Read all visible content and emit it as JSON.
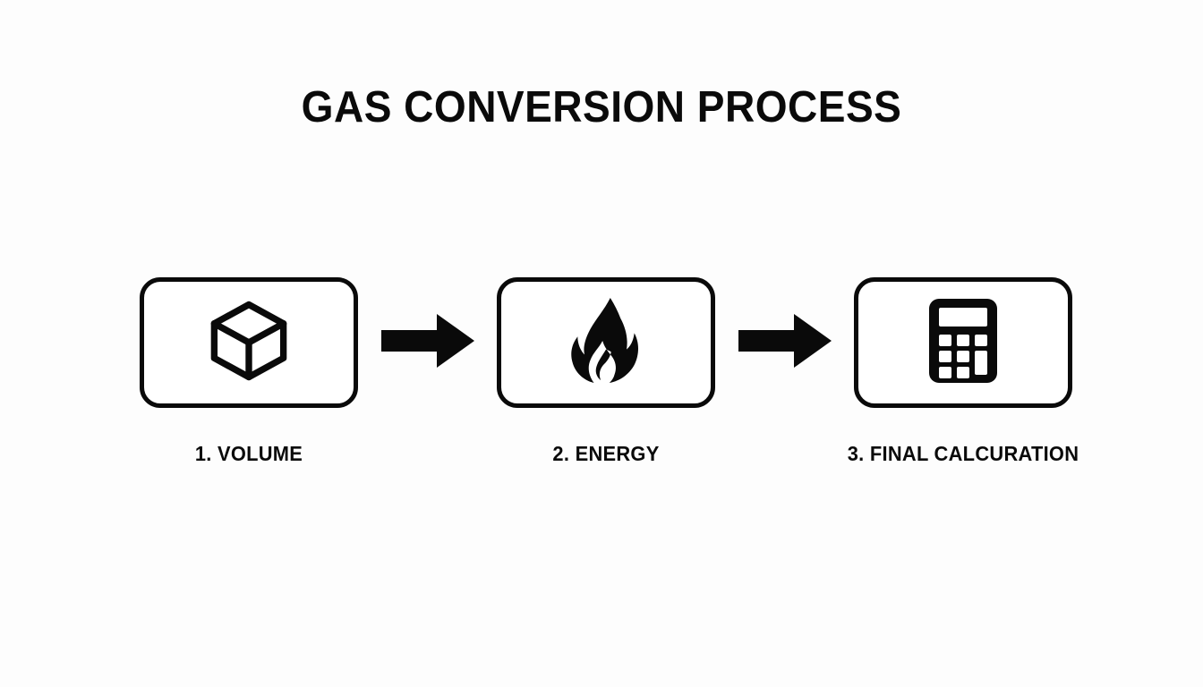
{
  "slide": {
    "title": "GAS CONVERSION PROCESS",
    "background_color": "#fdfdfd",
    "ink_color": "#0a0a0a"
  },
  "flow": {
    "steps": [
      {
        "number": "1",
        "label": "1. VOLUME",
        "icon": "cube-icon",
        "icon_style": "outline"
      },
      {
        "number": "2",
        "label": "2. ENERGY",
        "icon": "flame-icon",
        "icon_style": "solid"
      },
      {
        "number": "3",
        "label": "3. FINAL CALCURATION",
        "icon": "calculator-icon",
        "icon_style": "solid"
      }
    ],
    "connectors": [
      {
        "icon": "arrow-right-icon"
      },
      {
        "icon": "arrow-right-icon"
      }
    ]
  }
}
